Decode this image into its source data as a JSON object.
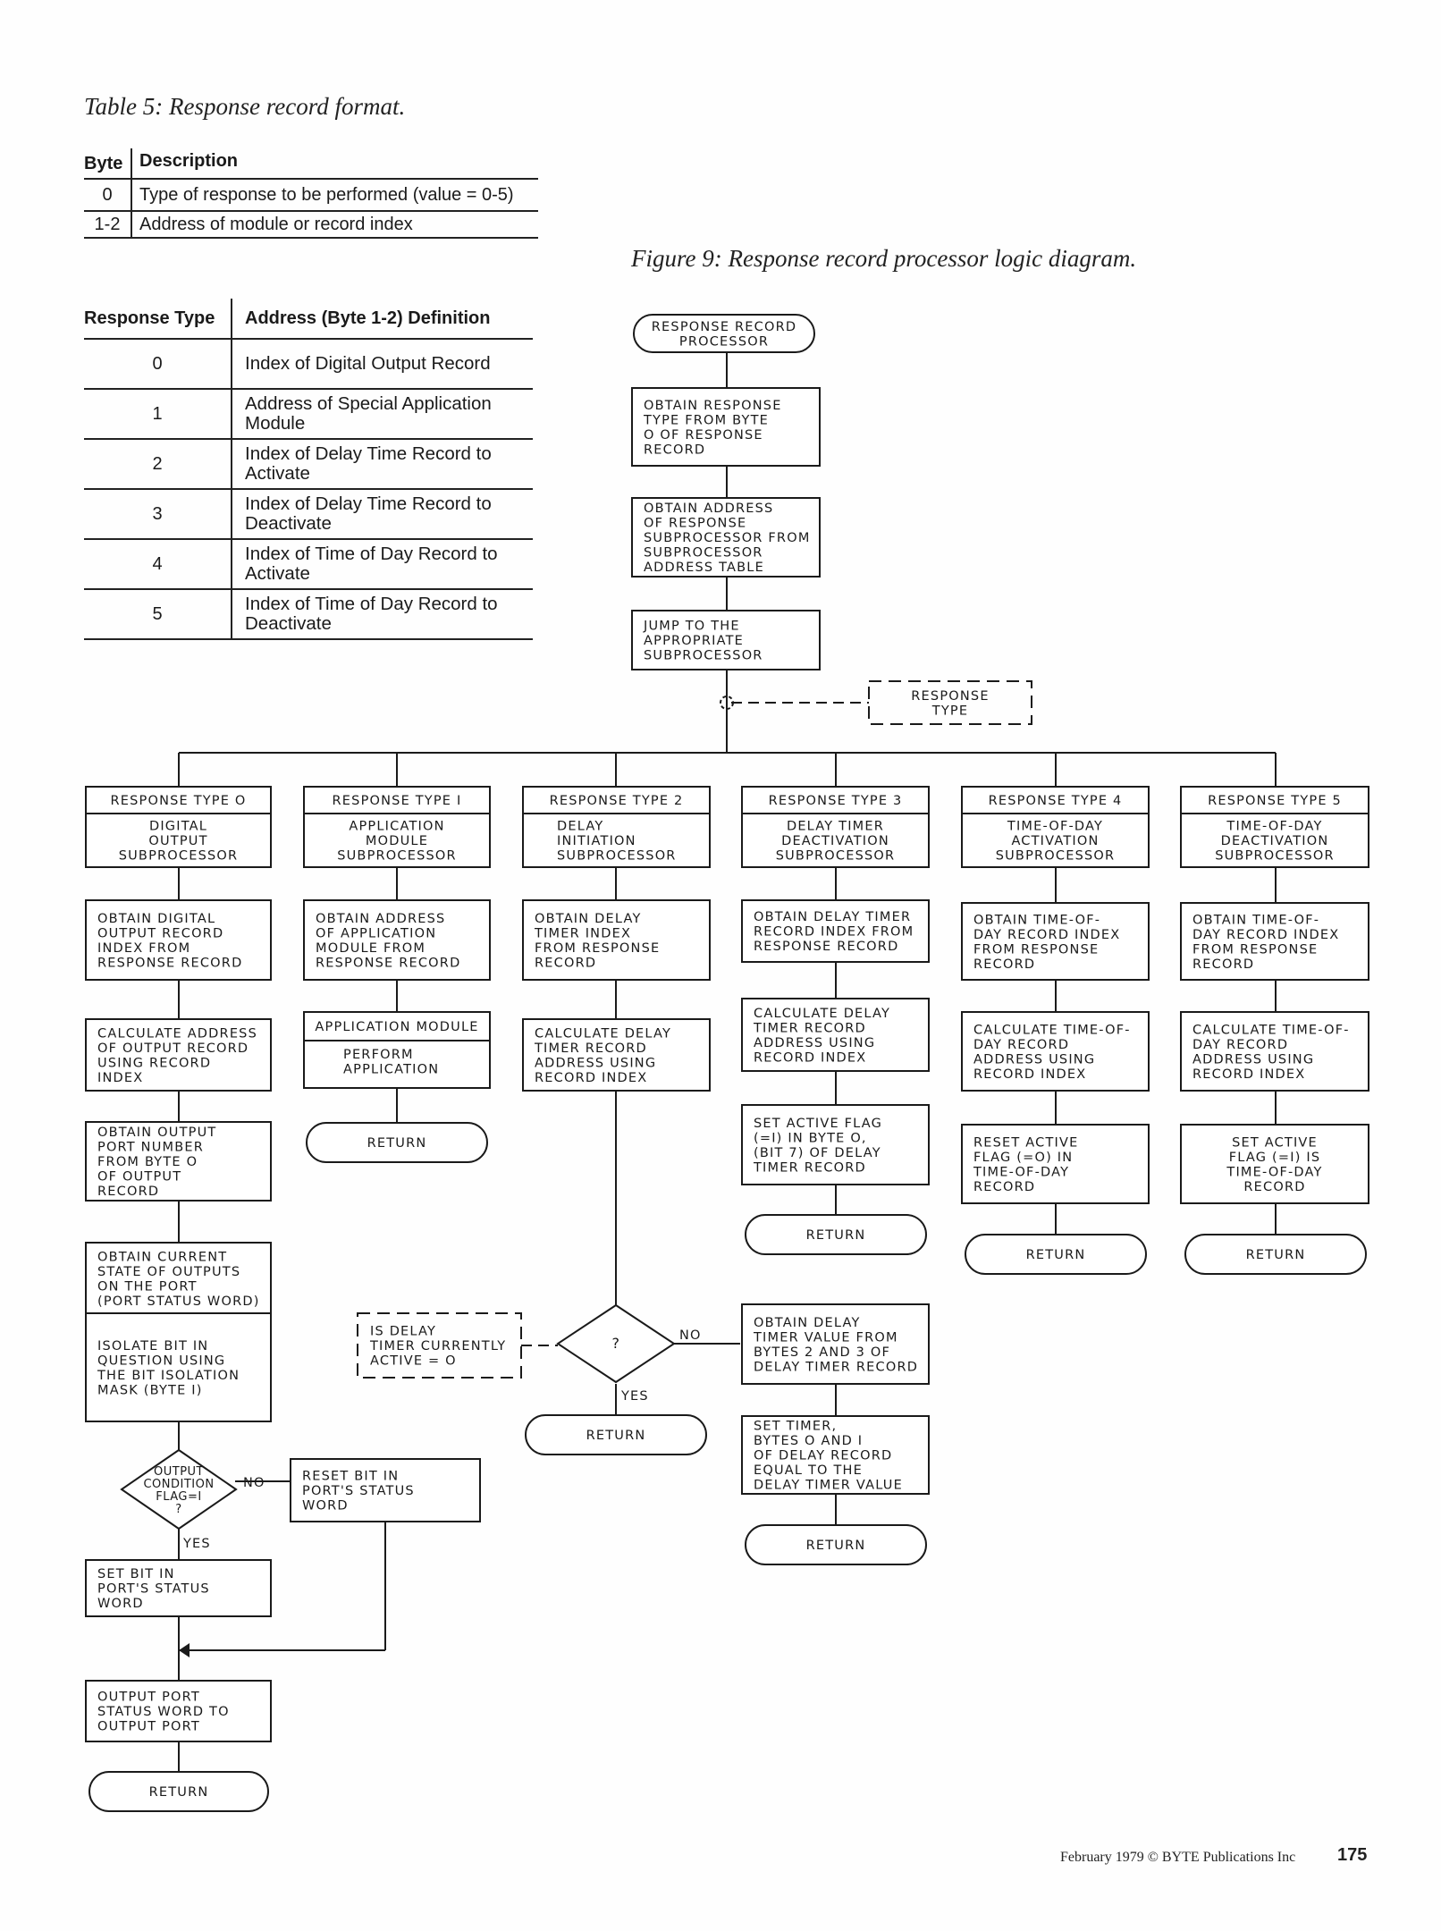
{
  "table5": {
    "caption": "Table 5: Response record format.",
    "headers": [
      "Byte",
      "Description"
    ],
    "rows": [
      [
        "0",
        "Type of response to be performed (value = 0-5)"
      ],
      [
        "1-2",
        "Address of module or record index"
      ]
    ]
  },
  "response_types": {
    "headers": [
      "Response Type",
      "Address (Byte 1-2) Definition"
    ],
    "rows": [
      [
        "0",
        "Index of Digital Output Record"
      ],
      [
        "1",
        "Address of Special Application Module"
      ],
      [
        "2",
        "Index of Delay Time Record to Activate"
      ],
      [
        "3",
        "Index of Delay Time Record to Deactivate"
      ],
      [
        "4",
        "Index of Time of Day Record to Activate"
      ],
      [
        "5",
        "Index of Time of Day Record to Deactivate"
      ]
    ]
  },
  "figure": {
    "caption": "Figure 9: Response record processor logic diagram.",
    "nodes": {
      "start": [
        "RESPONSE RECORD",
        "PROCESSOR"
      ],
      "obtain_type": [
        "OBTAIN RESPONSE",
        "TYPE FROM BYTE",
        "O OF RESPONSE",
        "RECORD"
      ],
      "obtain_addr": [
        "OBTAIN ADDRESS",
        "OF RESPONSE",
        "SUBPROCESSOR FROM",
        "SUBPROCESSOR",
        "ADDRESS TABLE"
      ],
      "jump": [
        "JUMP TO THE",
        "APPROPRIATE",
        "SUBPROCESSOR"
      ],
      "response_type_note": [
        "RESPONSE",
        "TYPE"
      ],
      "t0_head": [
        "RESPONSE TYPE O"
      ],
      "t0_body": [
        "DIGITAL",
        "OUTPUT",
        "SUBPROCESSOR"
      ],
      "t0_s1": [
        "OBTAIN DIGITAL",
        "OUTPUT RECORD",
        "INDEX FROM",
        "RESPONSE RECORD"
      ],
      "t0_s2": [
        "CALCULATE ADDRESS",
        "OF OUTPUT RECORD",
        "USING RECORD",
        "INDEX"
      ],
      "t0_s3": [
        "OBTAIN OUTPUT",
        "PORT NUMBER",
        "FROM BYTE O",
        "OF OUTPUT",
        "RECORD"
      ],
      "t0_s4": [
        "OBTAIN CURRENT",
        "STATE OF OUTPUTS",
        "ON THE PORT",
        "(PORT STATUS WORD)"
      ],
      "t0_s5": [
        "ISOLATE BIT IN",
        "QUESTION USING",
        "THE BIT ISOLATION",
        "MASK (BYTE I)"
      ],
      "t0_dec": [
        "OUTPUT",
        "CONDITION",
        "FLAG=I",
        "?"
      ],
      "t0_no": "NO",
      "t0_yes": "YES",
      "t0_reset": [
        "RESET BIT IN",
        "PORT'S STATUS",
        "WORD"
      ],
      "t0_set": [
        "SET BIT IN",
        "PORT'S STATUS",
        "WORD"
      ],
      "t0_out": [
        "OUTPUT PORT",
        "STATUS WORD TO",
        "OUTPUT PORT"
      ],
      "t0_ret": "RETURN",
      "t1_head": [
        "RESPONSE TYPE I"
      ],
      "t1_body": [
        "APPLICATION",
        "MODULE",
        "SUBPROCESSOR"
      ],
      "t1_s1": [
        "OBTAIN ADDRESS",
        "OF APPLICATION",
        "MODULE FROM",
        "RESPONSE RECORD"
      ],
      "t1_mod_head": [
        "APPLICATION MODULE"
      ],
      "t1_mod_body": [
        "PERFORM",
        "APPLICATION"
      ],
      "t1_ret": "RETURN",
      "t2_head": [
        "RESPONSE TYPE 2"
      ],
      "t2_body": [
        "DELAY",
        "INITIATION",
        "SUBPROCESSOR"
      ],
      "t2_s1": [
        "OBTAIN DELAY",
        "TIMER INDEX",
        "FROM RESPONSE",
        "RECORD"
      ],
      "t2_s2": [
        "CALCULATE DELAY",
        "TIMER RECORD",
        "ADDRESS USING",
        "RECORD INDEX"
      ],
      "t2_note": [
        "IS DELAY",
        "TIMER CURRENTLY",
        "ACTIVE = O"
      ],
      "t2_dec": "?",
      "t2_no": "NO",
      "t2_yes": "YES",
      "t2_ret": "RETURN",
      "t2_s3": [
        "OBTAIN DELAY",
        "TIMER VALUE FROM",
        "BYTES 2 AND 3 OF",
        "DELAY TIMER RECORD"
      ],
      "t2_s4": [
        "SET TIMER,",
        "BYTES O AND I",
        "OF DELAY RECORD",
        "EQUAL TO THE",
        "DELAY TIMER VALUE"
      ],
      "t2_ret2": "RETURN",
      "t3_head": [
        "RESPONSE TYPE 3"
      ],
      "t3_body": [
        "DELAY TIMER",
        "DEACTIVATION",
        "SUBPROCESSOR"
      ],
      "t3_s1": [
        "OBTAIN DELAY TIMER",
        "RECORD INDEX FROM",
        "RESPONSE RECORD"
      ],
      "t3_s2": [
        "CALCULATE DELAY",
        "TIMER RECORD",
        "ADDRESS USING",
        "RECORD INDEX"
      ],
      "t3_s3": [
        "SET ACTIVE FLAG",
        "(=I) IN BYTE O,",
        "(BIT 7) OF DELAY",
        "TIMER RECORD"
      ],
      "t3_ret": "RETURN",
      "t4_head": [
        "RESPONSE TYPE 4"
      ],
      "t4_body": [
        "TIME-OF-DAY",
        "ACTIVATION",
        "SUBPROCESSOR"
      ],
      "t4_s1": [
        "OBTAIN TIME-OF-",
        "DAY RECORD INDEX",
        "FROM RESPONSE",
        "RECORD"
      ],
      "t4_s2": [
        "CALCULATE TIME-OF-",
        "DAY RECORD",
        "ADDRESS USING",
        "RECORD INDEX"
      ],
      "t4_s3": [
        "RESET ACTIVE",
        "FLAG (=O) IN",
        "TIME-OF-DAY",
        "RECORD"
      ],
      "t4_ret": "RETURN",
      "t5_head": [
        "RESPONSE TYPE 5"
      ],
      "t5_body": [
        "TIME-OF-DAY",
        "DEACTIVATION",
        "SUBPROCESSOR"
      ],
      "t5_s1": [
        "OBTAIN TIME-OF-",
        "DAY RECORD INDEX",
        "FROM RESPONSE",
        "RECORD"
      ],
      "t5_s2": [
        "CALCULATE TIME-OF-",
        "DAY RECORD",
        "ADDRESS USING",
        "RECORD INDEX"
      ],
      "t5_s3": [
        "SET ACTIVE",
        "FLAG (=I) IS",
        "TIME-OF-DAY",
        "RECORD"
      ],
      "t5_ret": "RETURN"
    }
  },
  "footer": {
    "text": "February 1979 © BYTE Publications Inc",
    "page_number": "175"
  }
}
